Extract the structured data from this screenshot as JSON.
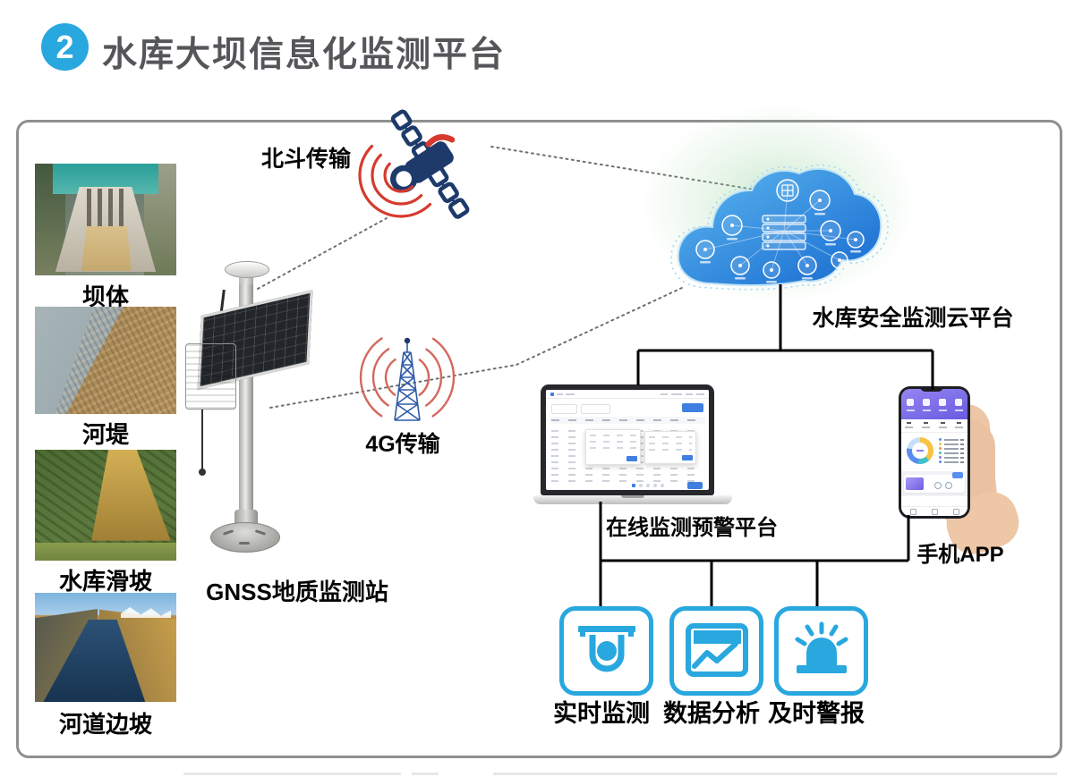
{
  "header": {
    "badge": "2",
    "title": "水库大坝信息化监测平台"
  },
  "sources": [
    {
      "label": "坝体"
    },
    {
      "label": "河堤"
    },
    {
      "label": "水库滑坡"
    },
    {
      "label": "河道边坡"
    }
  ],
  "station": {
    "label": "GNSS地质监测站"
  },
  "links": {
    "beidou": "北斗传输",
    "g4": "4G传输"
  },
  "cloud": {
    "label": "水库安全监测云平台"
  },
  "platforms": {
    "laptop": "在线监测预警平台",
    "phone": "手机APP"
  },
  "features": [
    {
      "icon": "camera-icon",
      "label": "实时监测"
    },
    {
      "icon": "analysis-icon",
      "label": "数据分析"
    },
    {
      "icon": "alarm-icon",
      "label": "及时警报"
    }
  ],
  "colors": {
    "accent": "#29a7df",
    "satellite_navy": "#1d3a6b",
    "signal_red": "#d63a2f",
    "cloud_top": "#5cb8f0",
    "cloud_bottom": "#1668cf",
    "phone_purple": "#7b6ce8",
    "line": "#000000"
  }
}
